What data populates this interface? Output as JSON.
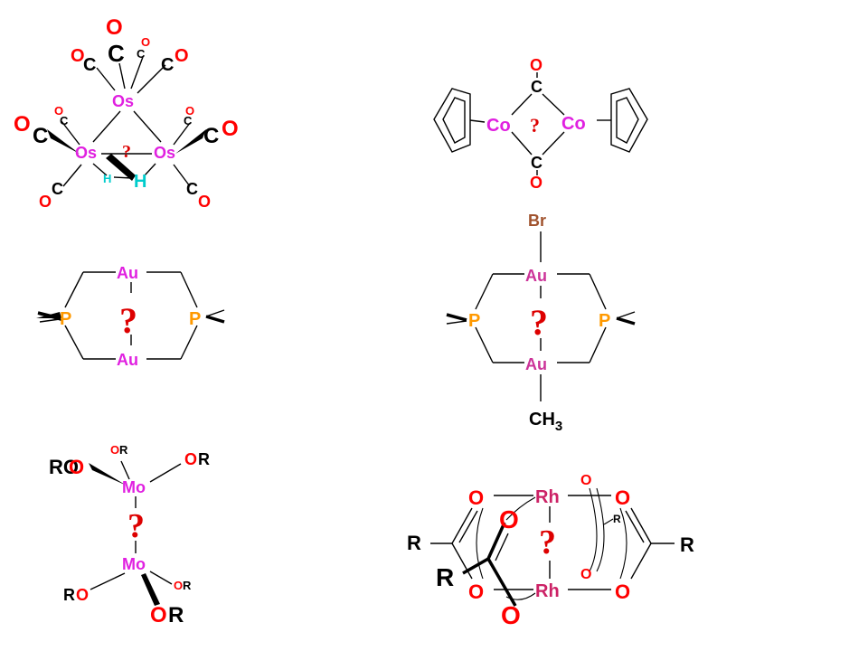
{
  "colors": {
    "oxygen": "#ff0000",
    "carbon": "#000000",
    "osmium": "#e020e0",
    "gold": "#e020e0",
    "molybdenum": "#e020e0",
    "cobalt": "#e020e0",
    "hydrogen": "#00cccc",
    "phosphorus": "#ff9900",
    "bromine": "#a0522d",
    "rhodium": "#cc2266",
    "gold_right": "#cc3399",
    "question": "#dd0000",
    "black": "#000000"
  },
  "labels": {
    "O": "O",
    "C": "C",
    "Os": "Os",
    "H": "H",
    "Co": "Co",
    "Au": "Au",
    "P": "P",
    "Br": "Br",
    "CH": "CH",
    "sub3": "3",
    "Mo": "Mo",
    "R": "R",
    "RO": "RO",
    "OR": "OR",
    "Rh": "Rh",
    "question": "?"
  }
}
